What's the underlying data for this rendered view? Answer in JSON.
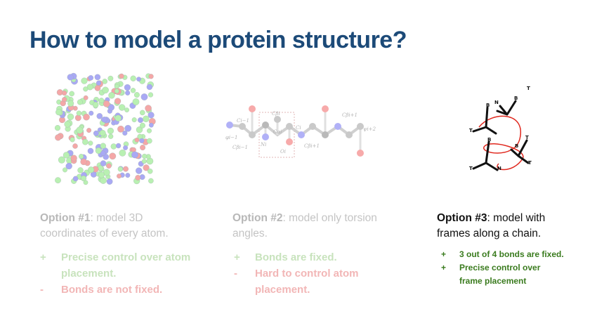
{
  "title": "How to model a protein structure?",
  "figures": {
    "torsion_labels": {
      "phi_prev": "φi−1",
      "c_prev": "Ci−1",
      "c_beta_prev": "Cβi−1",
      "c_beta": "Cβi",
      "n_i": "Ni",
      "c_alpha": "Cαi",
      "o_i": "Oi",
      "c_beta_next_low": "Cβi+1",
      "c_beta_next": "Cβi+1",
      "c_i": "Ci",
      "psi_next": "ψi+2"
    },
    "frames_labels": {
      "t": "T",
      "b": "B",
      "n": "N"
    }
  },
  "options": [
    {
      "lead": "Option #1",
      "rest": ": model 3D coordinates of every atom.",
      "bullets": [
        {
          "mark": "+",
          "text": "Precise control over atom placement."
        },
        {
          "mark": "-",
          "text": "Bonds are not fixed."
        }
      ]
    },
    {
      "lead": "Option #2",
      "rest": ": model only torsion angles.",
      "bullets": [
        {
          "mark": "+",
          "text": "Bonds are fixed."
        },
        {
          "mark": "-",
          "text": "Hard to control atom placement."
        }
      ]
    },
    {
      "lead": "Option #3",
      "rest": ": model with frames along a chain.",
      "bullets": [
        {
          "mark": "+",
          "text": "3 out of 4 bonds are fixed."
        },
        {
          "mark": "+",
          "text": "Precise control over frame placement"
        }
      ]
    }
  ],
  "colors": {
    "title": "#1c4a78",
    "faded_text": "#c4c4c4",
    "positive_faded": "#c8e3bd",
    "negative_faded": "#f2b6b6",
    "positive_active": "#3a7b1e",
    "frame_curve": "#e0281e",
    "atom_green": "#b9f0b2",
    "atom_pink": "#f4a7a7",
    "atom_blue": "#a9a9f4"
  }
}
